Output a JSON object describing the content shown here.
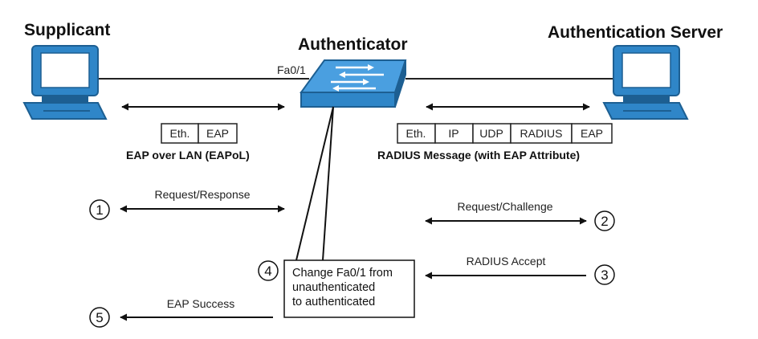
{
  "nodes": {
    "supplicant": "Supplicant",
    "authenticator": "Authenticator",
    "auth_server": "Authentication Server"
  },
  "port_label": "Fa0/1",
  "eapol": {
    "cells": [
      "Eth.",
      "EAP"
    ],
    "caption": "EAP over LAN (EAPoL)"
  },
  "radius": {
    "cells": [
      "Eth.",
      "IP",
      "UDP",
      "RADIUS",
      "EAP"
    ],
    "caption": "RADIUS Message (with EAP Attribute)"
  },
  "steps": [
    {
      "num": "1",
      "label": "Request/Response"
    },
    {
      "num": "2",
      "label": "Request/Challenge"
    },
    {
      "num": "3",
      "label": "RADIUS Accept"
    },
    {
      "num": "4",
      "label": [
        "Change Fa0/1 from",
        "unauthenticated",
        "to authenticated"
      ]
    },
    {
      "num": "5",
      "label": "EAP Success"
    }
  ],
  "colors": {
    "device_blue": "#2f86c8",
    "device_dark": "#1d5f92",
    "line": "#111111"
  }
}
